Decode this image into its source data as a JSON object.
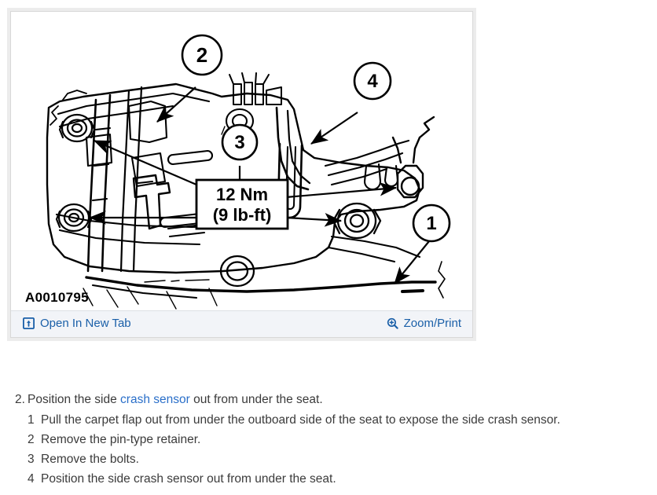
{
  "figure": {
    "id_label": "A0010795",
    "torque_spec": {
      "metric": "12 Nm",
      "imperial": "(9 lb-ft)"
    },
    "callouts": [
      {
        "number": "2"
      },
      {
        "number": "4"
      },
      {
        "number": "3"
      },
      {
        "number": "1"
      }
    ],
    "footer": {
      "open_new_tab_label": "Open In New Tab",
      "open_new_tab_icon": "external-link-icon",
      "zoom_print_label": "Zoom/Print",
      "zoom_print_icon": "magnifier-plus-icon"
    }
  },
  "procedure": {
    "main_step": {
      "marker": "2.",
      "text_before": "Position the side ",
      "link_text": "crash sensor",
      "text_after": " out from under the seat."
    },
    "substeps": [
      {
        "marker": "1",
        "text": "Pull the carpet flap out from under the outboard side of the seat to expose the side crash sensor."
      },
      {
        "marker": "2",
        "text": "Remove the pin-type retainer."
      },
      {
        "marker": "3",
        "text": "Remove the bolts."
      },
      {
        "marker": "4",
        "text": "Position the side crash sensor out from under the seat."
      }
    ]
  },
  "colors": {
    "link_blue": "#1a5fa8",
    "body_text": "#3b3b3b",
    "footer_bg": "#f2f4f8",
    "panel_border": "#d8d8d8"
  }
}
